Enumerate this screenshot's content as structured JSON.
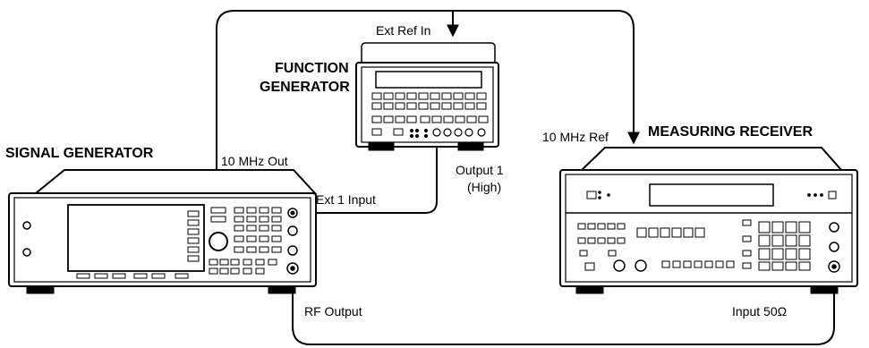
{
  "instruments": {
    "function_generator": {
      "line1": "FUNCTION",
      "line2": "GENERATOR"
    },
    "signal_generator": {
      "name": "SIGNAL GENERATOR"
    },
    "measuring_receiver": {
      "name": "MEASURING RECEIVER"
    }
  },
  "connections": {
    "ext_ref_in": "Ext Ref In",
    "ten_mhz_out": "10 MHz Out",
    "ten_mhz_ref": "10 MHz Ref",
    "ext1_input": "Ext 1 Input",
    "output1_line1": "Output 1",
    "output1_line2": "(High)",
    "rf_output": "RF Output",
    "input_50": "Input 50Ω"
  }
}
